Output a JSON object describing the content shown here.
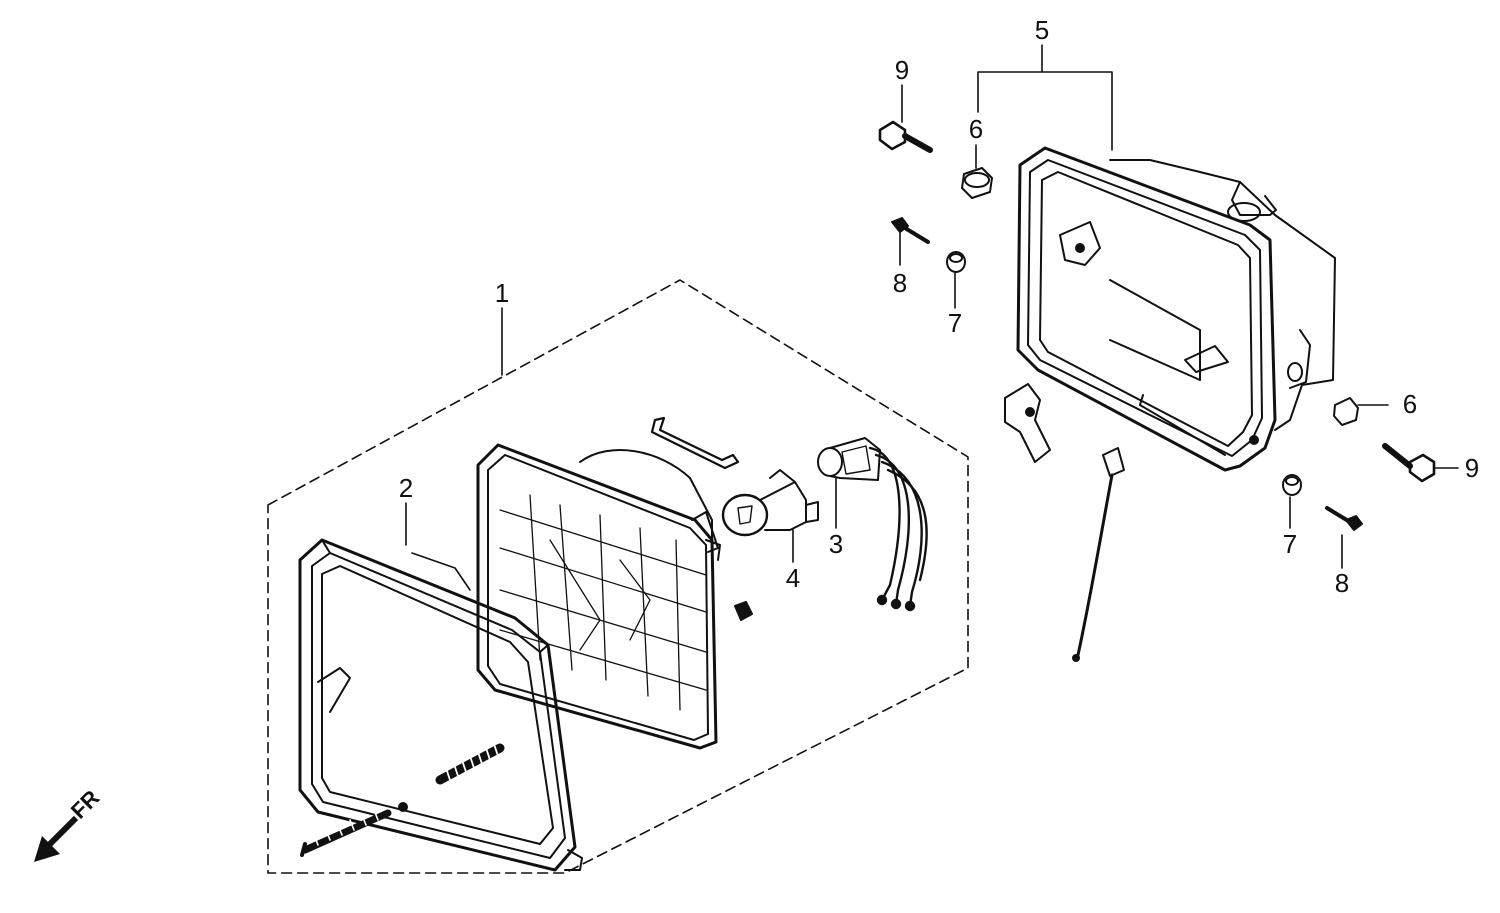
{
  "diagram": {
    "direction_label": "FR",
    "callouts": {
      "c1": "1",
      "c2": "2",
      "c3": "3",
      "c4": "4",
      "c5": "5",
      "c6_top": "6",
      "c6_right": "6",
      "c7_top": "7",
      "c7_right": "7",
      "c8_top": "8",
      "c8_right": "8",
      "c9_top": "9",
      "c9_right": "9"
    }
  },
  "colors": {
    "ink": "#111111",
    "paper": "#ffffff"
  }
}
